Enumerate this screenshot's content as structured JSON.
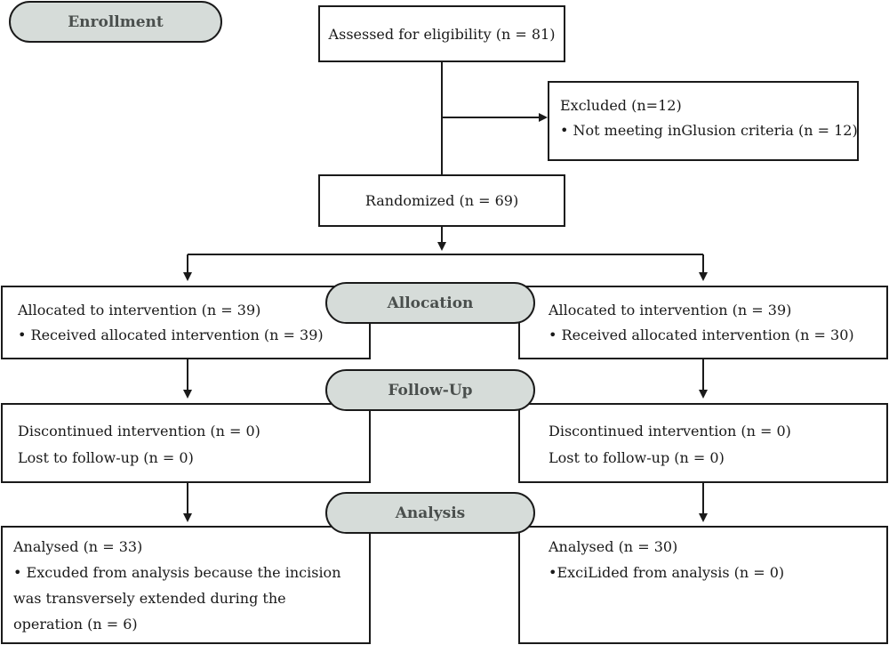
{
  "stages": {
    "enrollment": "Enrollment",
    "allocation": "Allocation",
    "follow_up": "Follow-Up",
    "analysis": "Analysis"
  },
  "assessed": "Assessed for eligibility (n = 81)",
  "excluded": {
    "title": "Excluded (n=12)",
    "reason": "• Not meeting inGlusion criteria (n = 12)"
  },
  "randomized": "Randomized (n = 69)",
  "left": {
    "allocation": [
      "Allocated to intervention (n = 39)",
      "• Received allocated intervention  (n = 39)"
    ],
    "follow_up": [
      "Discontinued intervention (n = 0)",
      "Lost to follow-up (n = 0)"
    ],
    "analysis": [
      "Analysed (n = 33)",
      "• Excuded from analysis because the incision",
      "was transversely extended during the",
      "operation (n = 6)"
    ]
  },
  "right": {
    "allocation": [
      "Allocated to intervention (n = 39)",
      "• Received allocated intervention  (n = 30)"
    ],
    "follow_up": [
      "Discontinued intervention (n = 0)",
      "Lost to follow-up (n = 0)"
    ],
    "analysis": [
      "Analysed (n = 30)",
      "•ExciLided from analysis (n = 0)"
    ]
  }
}
